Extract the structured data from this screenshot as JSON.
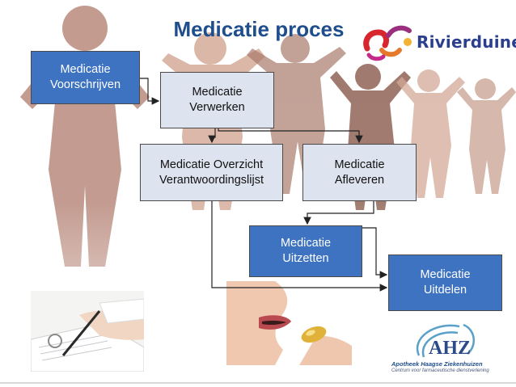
{
  "title": "Medicatie proces",
  "brand": {
    "name": "Rivierduinen"
  },
  "boxes": {
    "voorschrijven": "Medicatie\nVoorschrijven",
    "verwerken": "Medicatie\nVerwerken",
    "overzicht": "Medicatie Overzicht\nVerantwoordingslijst",
    "afleveren": "Medicatie\nAfleveren",
    "uitzetten": "Medicatie\nUitzetten",
    "uitdelen": "Medicatie\nUitdelen"
  },
  "footer_logo": {
    "mark": "AHZ",
    "line1": "Apotheek Haagse Ziekenhuizen",
    "line2": "Centrum voor farmaceutische dienstverlening"
  },
  "colors": {
    "title": "#1f4e8c",
    "box_dark": "#3d73c0",
    "box_light": "#dde3ef",
    "brand": "#2c3f8f"
  }
}
